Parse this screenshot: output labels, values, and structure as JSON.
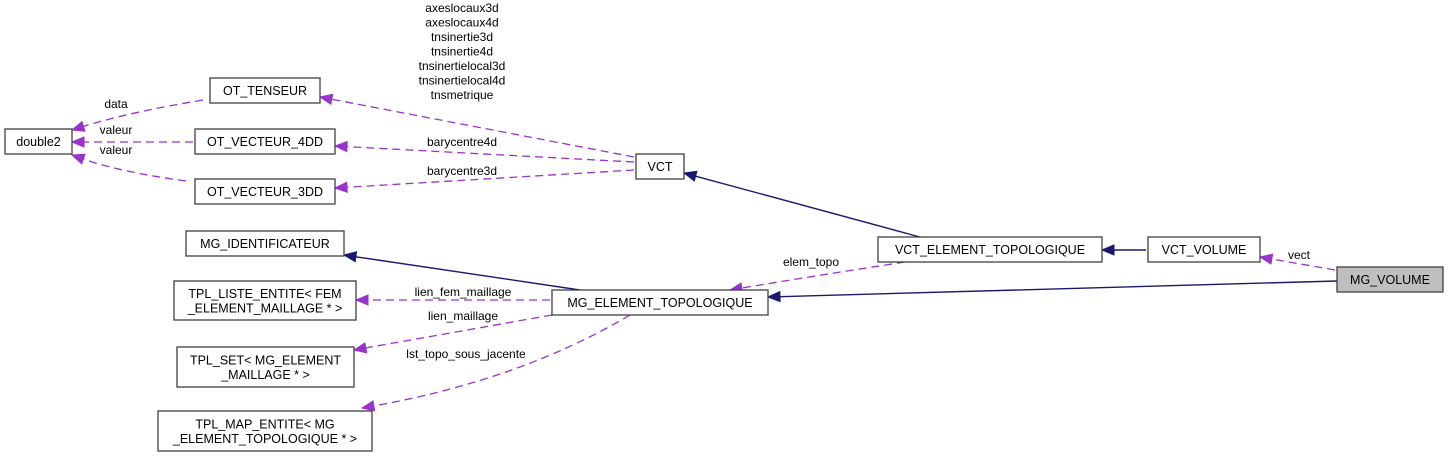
{
  "diagram": {
    "type": "collaboration-graph",
    "focus_node": "MG_VOLUME",
    "colors": {
      "inheritance_edge": "#191970",
      "usage_edge": "#9a32cd",
      "focus_fill": "#bfbfbf",
      "node_border": "#404040"
    },
    "nodes": [
      {
        "id": "double2",
        "lines": [
          "double2"
        ]
      },
      {
        "id": "OT_TENSEUR",
        "lines": [
          "OT_TENSEUR"
        ]
      },
      {
        "id": "OT_VECTEUR_4DD",
        "lines": [
          "OT_VECTEUR_4DD"
        ]
      },
      {
        "id": "OT_VECTEUR_3DD",
        "lines": [
          "OT_VECTEUR_3DD"
        ]
      },
      {
        "id": "VCT",
        "lines": [
          "VCT"
        ]
      },
      {
        "id": "MG_IDENTIFICATEUR",
        "lines": [
          "MG_IDENTIFICATEUR"
        ]
      },
      {
        "id": "TPL_LISTE_ENTITE",
        "lines": [
          "TPL_LISTE_ENTITE< FEM",
          "_ELEMENT_MAILLAGE * >"
        ]
      },
      {
        "id": "TPL_SET",
        "lines": [
          "TPL_SET< MG_ELEMENT",
          "_MAILLAGE * >"
        ]
      },
      {
        "id": "TPL_MAP_ENTITE",
        "lines": [
          "TPL_MAP_ENTITE< MG",
          "_ELEMENT_TOPOLOGIQUE * >"
        ]
      },
      {
        "id": "MG_ELEMENT_TOPOLOGIQUE",
        "lines": [
          "MG_ELEMENT_TOPOLOGIQUE"
        ]
      },
      {
        "id": "VCT_ELEMENT_TOPOLOGIQUE",
        "lines": [
          "VCT_ELEMENT_TOPOLOGIQUE"
        ]
      },
      {
        "id": "VCT_VOLUME",
        "lines": [
          "VCT_VOLUME"
        ]
      },
      {
        "id": "MG_VOLUME",
        "lines": [
          "MG_VOLUME"
        ]
      }
    ],
    "edges": [
      {
        "from": "OT_TENSEUR",
        "to": "double2",
        "kind": "usage",
        "label": [
          "data"
        ]
      },
      {
        "from": "OT_VECTEUR_4DD",
        "to": "double2",
        "kind": "usage",
        "label": [
          "valeur"
        ]
      },
      {
        "from": "OT_VECTEUR_3DD",
        "to": "double2",
        "kind": "usage",
        "label": [
          "valeur"
        ]
      },
      {
        "from": "VCT",
        "to": "OT_TENSEUR",
        "kind": "usage",
        "label": [
          "axeslocaux3d",
          "axeslocaux4d",
          "tnsinertie3d",
          "tnsinertie4d",
          "tnsinertielocal3d",
          "tnsinertielocal4d",
          "tnsmetrique"
        ]
      },
      {
        "from": "VCT",
        "to": "OT_VECTEUR_4DD",
        "kind": "usage",
        "label": [
          "barycentre4d"
        ]
      },
      {
        "from": "VCT",
        "to": "OT_VECTEUR_3DD",
        "kind": "usage",
        "label": [
          "barycentre3d"
        ]
      },
      {
        "from": "VCT_ELEMENT_TOPOLOGIQUE",
        "to": "VCT",
        "kind": "inheritance",
        "label": []
      },
      {
        "from": "MG_ELEMENT_TOPOLOGIQUE",
        "to": "MG_IDENTIFICATEUR",
        "kind": "inheritance",
        "label": []
      },
      {
        "from": "MG_ELEMENT_TOPOLOGIQUE",
        "to": "TPL_LISTE_ENTITE",
        "kind": "usage",
        "label": [
          "lien_fem_maillage"
        ]
      },
      {
        "from": "MG_ELEMENT_TOPOLOGIQUE",
        "to": "TPL_SET",
        "kind": "usage",
        "label": [
          "lien_maillage"
        ]
      },
      {
        "from": "MG_ELEMENT_TOPOLOGIQUE",
        "to": "TPL_MAP_ENTITE",
        "kind": "usage",
        "label": [
          "lst_topo_sous_jacente"
        ]
      },
      {
        "from": "VCT_ELEMENT_TOPOLOGIQUE",
        "to": "MG_ELEMENT_TOPOLOGIQUE",
        "kind": "usage",
        "label": [
          "elem_topo"
        ]
      },
      {
        "from": "VCT_VOLUME",
        "to": "VCT_ELEMENT_TOPOLOGIQUE",
        "kind": "inheritance",
        "label": []
      },
      {
        "from": "MG_VOLUME",
        "to": "VCT_VOLUME",
        "kind": "usage",
        "label": [
          "vect"
        ]
      },
      {
        "from": "MG_VOLUME",
        "to": "MG_ELEMENT_TOPOLOGIQUE",
        "kind": "inheritance",
        "label": []
      }
    ]
  }
}
